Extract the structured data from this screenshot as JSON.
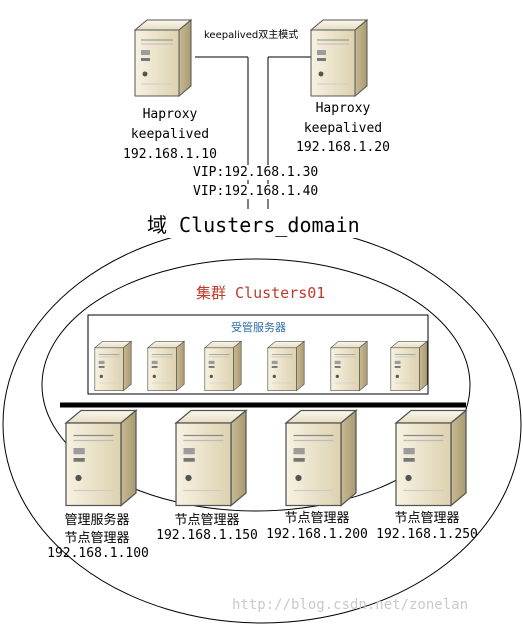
{
  "top": {
    "mode_label": "keepalived双主模式",
    "left_server": {
      "line1": "Haproxy",
      "line2": "keepalived",
      "ip": "192.168.1.10"
    },
    "right_server": {
      "line1": "Haproxy",
      "line2": "keepalived",
      "ip": "192.168.1.20"
    },
    "vip1": "VIP:192.168.1.30",
    "vip2": "VIP:192.168.1.40"
  },
  "domain_title": "域 Clusters_domain",
  "cluster_title": "集群 Clusters01",
  "managed_title": "受管服务器",
  "bottom_servers": [
    {
      "name1": "管理服务器",
      "name2": "节点管理器",
      "ip": "192.168.1.100"
    },
    {
      "name1": "节点管理器",
      "name2": "",
      "ip": "192.168.1.150"
    },
    {
      "name1": "节点管理器",
      "name2": "",
      "ip": "192.168.1.200"
    },
    {
      "name1": "节点管理器",
      "name2": "",
      "ip": "192.168.1.250"
    }
  ],
  "watermark": "http://blog.csdn.net/zonelan",
  "colors": {
    "cluster_title": "#c0392b",
    "managed_title": "#2e6da4",
    "server_body": "#e8dfc4",
    "server_side": "#c9bb94"
  }
}
